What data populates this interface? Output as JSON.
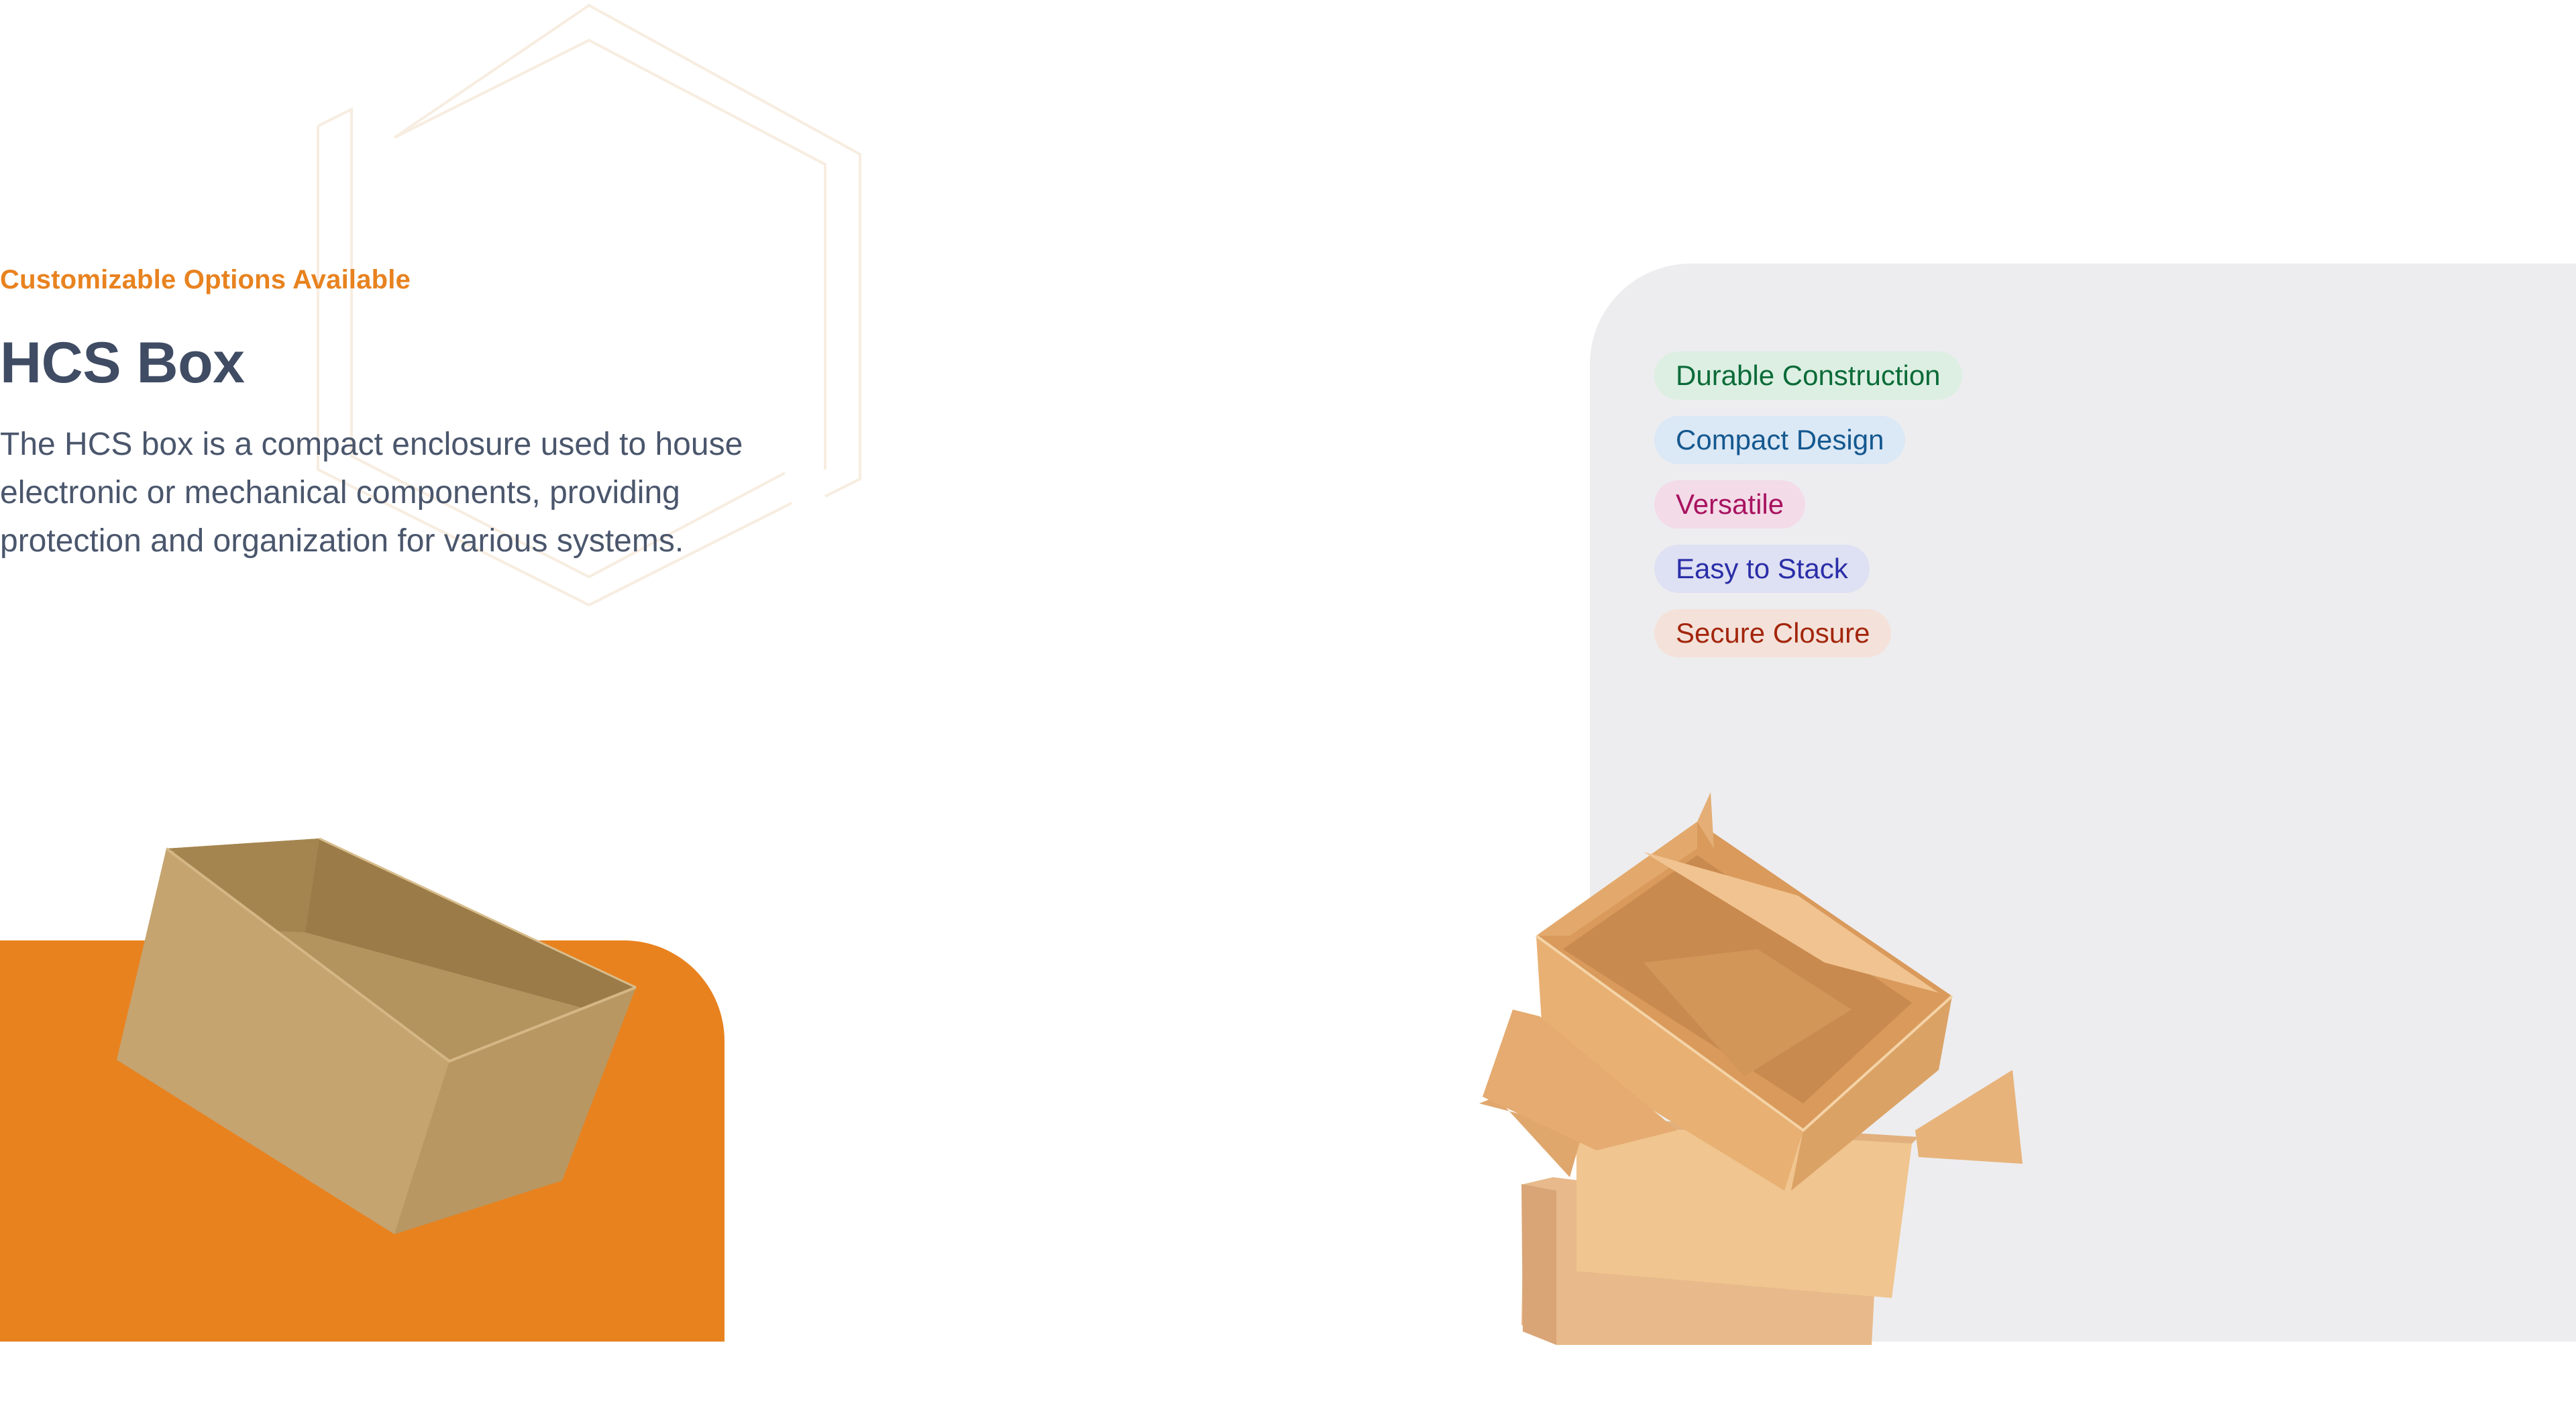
{
  "hero": {
    "eyebrow": "Customizable Options Available",
    "title": "HCS Box",
    "description": "The HCS box is a compact enclosure used to house electronic or mechanical components, providing protection and organization for various systems."
  },
  "features": [
    {
      "label": "Durable Construction",
      "color": "#0b6b38",
      "background": "#dcefe2"
    },
    {
      "label": "Compact Design",
      "color": "#14588f",
      "background": "#dbe8f5"
    },
    {
      "label": "Versatile",
      "color": "#a8125f",
      "background": "#f3dbe8"
    },
    {
      "label": "Easy to Stack",
      "color": "#2a2ea8",
      "background": "#dee0f3"
    },
    {
      "label": "Secure Closure",
      "color": "#a3260d",
      "background": "#f4e2da"
    }
  ],
  "colors": {
    "accent": "#e8821f",
    "panel_grey": "#ededef",
    "title": "#3f4c63",
    "cardboard": "#c9a36a"
  }
}
